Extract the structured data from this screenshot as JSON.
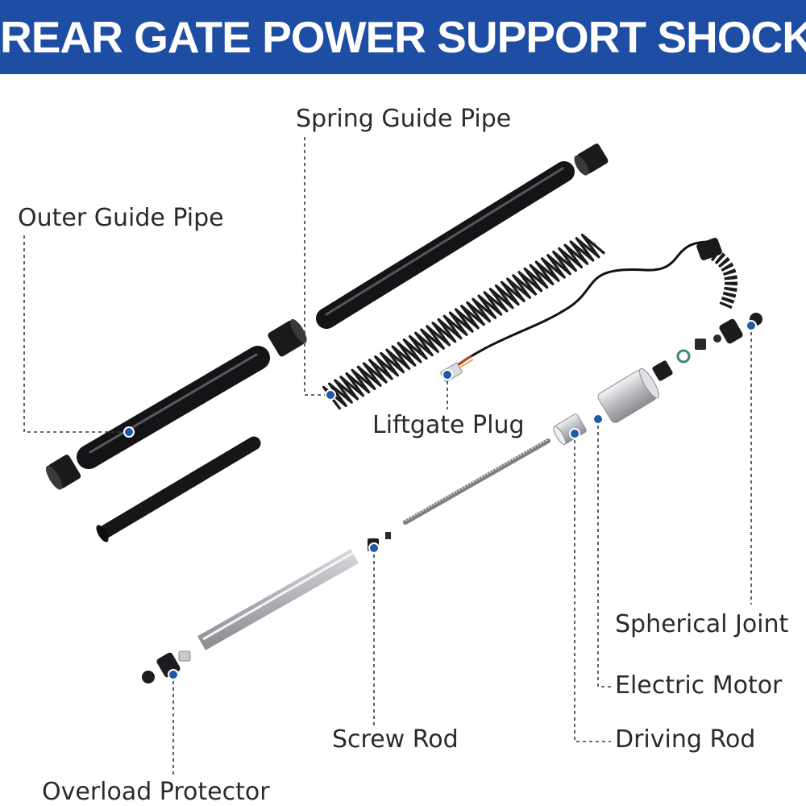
{
  "title": "REAR GATE POWER SUPPORT SHOCK",
  "colors": {
    "banner": "#1d4ea3",
    "banner_text": "#ffffff",
    "part_black": "#1e1e20",
    "part_metal": "#c9cace",
    "leader_line": "#3a3a3a",
    "marker_dot": "#1f5aa6"
  },
  "labels": {
    "spring_guide_pipe": "Spring Guide Pipe",
    "outer_guide_pipe": "Outer Guide Pipe",
    "liftgate_plug": "Liftgate Plug",
    "spherical_joint": "Spherical Joint",
    "electric_motor": "Electric Motor",
    "screw_rod": "Screw Rod",
    "driving_rod": "Driving Rod",
    "overload_protector": "Overload Protector"
  }
}
